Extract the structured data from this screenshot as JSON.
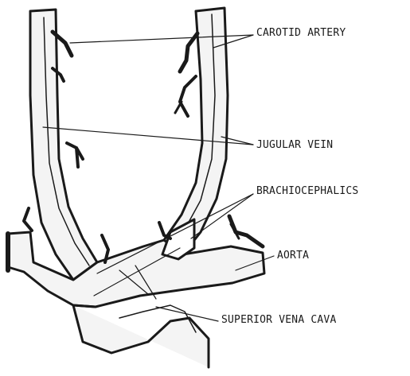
{
  "labels": {
    "carotid": "CAROTID ARTERY",
    "jugular": "JUGULAR VEIN",
    "brachiocephalics": "BRACHIOCEPHALICS",
    "aorta": "AORTA",
    "svc": "SUPERIOR VENA CAVA"
  },
  "colors": {
    "ink": "#1a1a1a",
    "paper": "#ffffff",
    "vessel": "#f4f4f4"
  }
}
